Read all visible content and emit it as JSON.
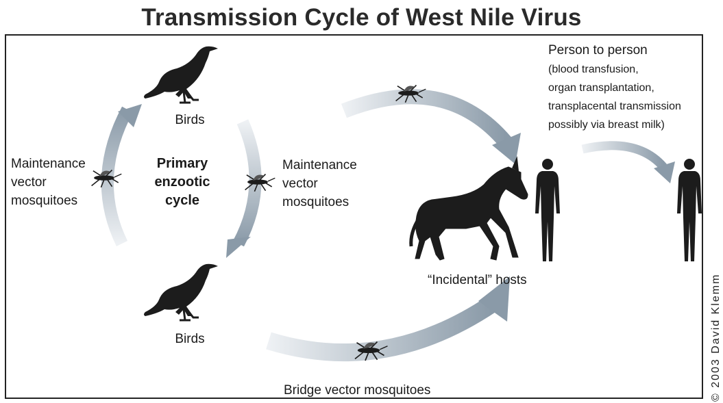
{
  "title": "Transmission Cycle of West Nile Virus",
  "labels": {
    "birds_top": "Birds",
    "birds_bottom": "Birds",
    "center": [
      "Primary",
      "enzootic",
      "cycle"
    ],
    "left_vector": [
      "Maintenance",
      "vector",
      "mosquitoes"
    ],
    "right_vector": [
      "Maintenance",
      "vector",
      "mosquitoes"
    ],
    "incidental_hosts": "“Incidental”  hosts",
    "bridge_vector": "Bridge vector mosquitoes",
    "person_to_person": "Person to person",
    "person_details": [
      "(blood transfusion,",
      "organ transplantation,",
      "transplacental transmission",
      "possibly via breast milk)"
    ]
  },
  "copyright": "© 2003 David Klemm",
  "colors": {
    "arrow": "#8a9aa8",
    "arrow_light": "#dde3e8",
    "silhouette": "#1c1c1c"
  },
  "icons": [
    "crow-silhouette",
    "horse-silhouette",
    "human-silhouette",
    "mosquito-icon"
  ]
}
